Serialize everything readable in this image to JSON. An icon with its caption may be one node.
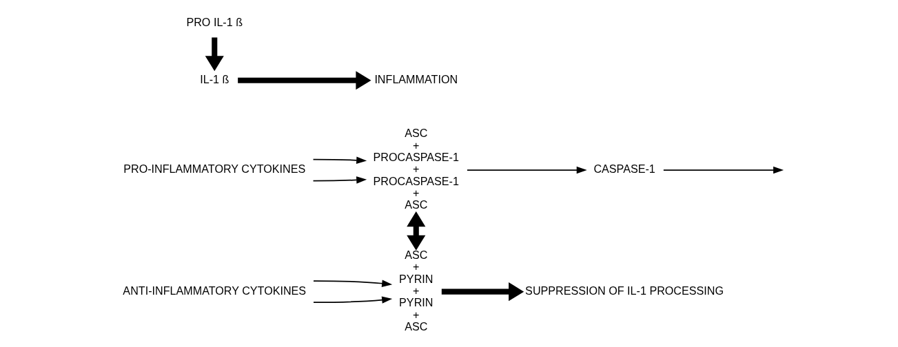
{
  "diagram": {
    "nodes": [
      {
        "text": [
          "PRO-INFLAMMATORY CYTOKINES"
        ]
      },
      {
        "text": [
          "ASC",
          "+",
          "PROCASPASE-1",
          "+",
          "PROCASPASE-1",
          "+",
          "ASC"
        ]
      },
      {
        "text": [
          "CASPASE-1"
        ]
      },
      {
        "text": [
          "PRO IL-1 ß"
        ]
      },
      {
        "text": [
          "IL-1 ß"
        ]
      },
      {
        "text": [
          "INFLAMMATION"
        ]
      },
      {
        "text": [
          "ANTI-INFLAMMATORY CYTOKINES"
        ]
      },
      {
        "text": [
          "ASC",
          "+",
          "PYRIN",
          "+",
          "PYRIN",
          "+",
          "ASC"
        ]
      },
      {
        "text": [
          "SUPPRESSION OF IL-1 PROCESSING"
        ]
      }
    ],
    "edges": [
      {
        "from": 0,
        "to": 1,
        "arrow": "to"
      },
      {
        "from": 0,
        "to": 1,
        "arrow": "to"
      },
      {
        "from": 1,
        "to": 2,
        "arrow": "to"
      },
      {
        "from": 2,
        "to": null,
        "arrow": "to"
      },
      {
        "from": 3,
        "to": 4,
        "arrow": "to",
        "style": "thick"
      },
      {
        "from": 4,
        "to": 5,
        "arrow": "to",
        "style": "thick"
      },
      {
        "from": 1,
        "to": 7,
        "arrow": "both",
        "style": "thick"
      },
      {
        "from": 6,
        "to": 7,
        "arrow": "to"
      },
      {
        "from": 6,
        "to": 7,
        "arrow": "to"
      },
      {
        "from": 7,
        "to": 8,
        "arrow": "to",
        "style": "thick"
      }
    ]
  }
}
